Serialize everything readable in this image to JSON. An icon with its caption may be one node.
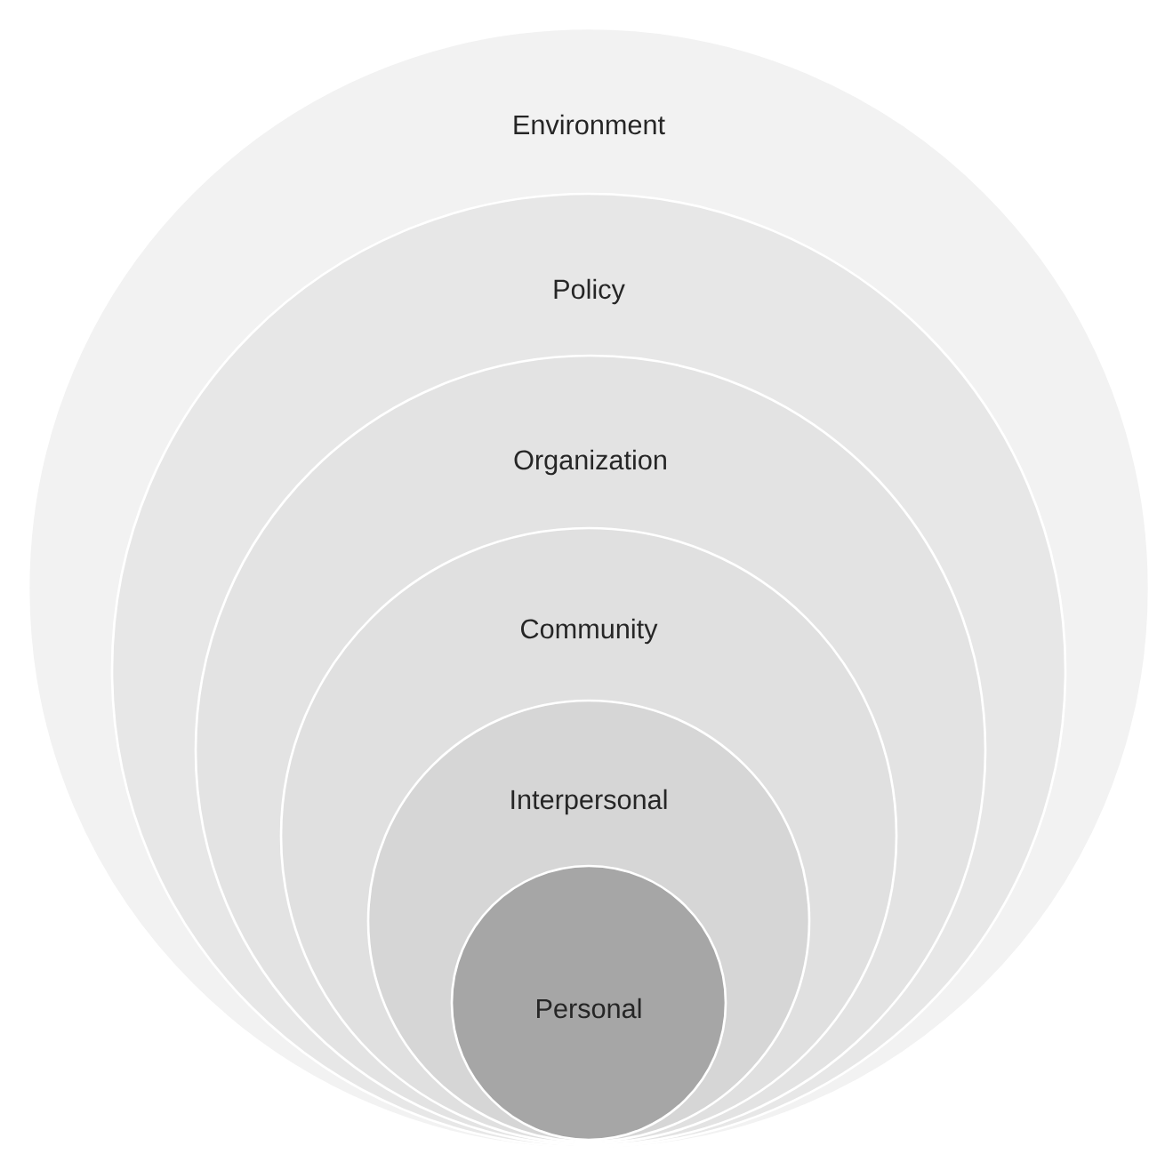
{
  "diagram": {
    "nodes": [
      {
        "text": [
          "Environment"
        ]
      },
      {
        "text": [
          "Policy"
        ],
        "in": 0
      },
      {
        "text": [
          "Organization"
        ],
        "in": 1
      },
      {
        "text": [
          "Community"
        ],
        "in": 2
      },
      {
        "text": [
          "Interpersonal"
        ],
        "in": 3
      },
      {
        "text": [
          "Personal"
        ],
        "in": 4
      }
    ]
  }
}
